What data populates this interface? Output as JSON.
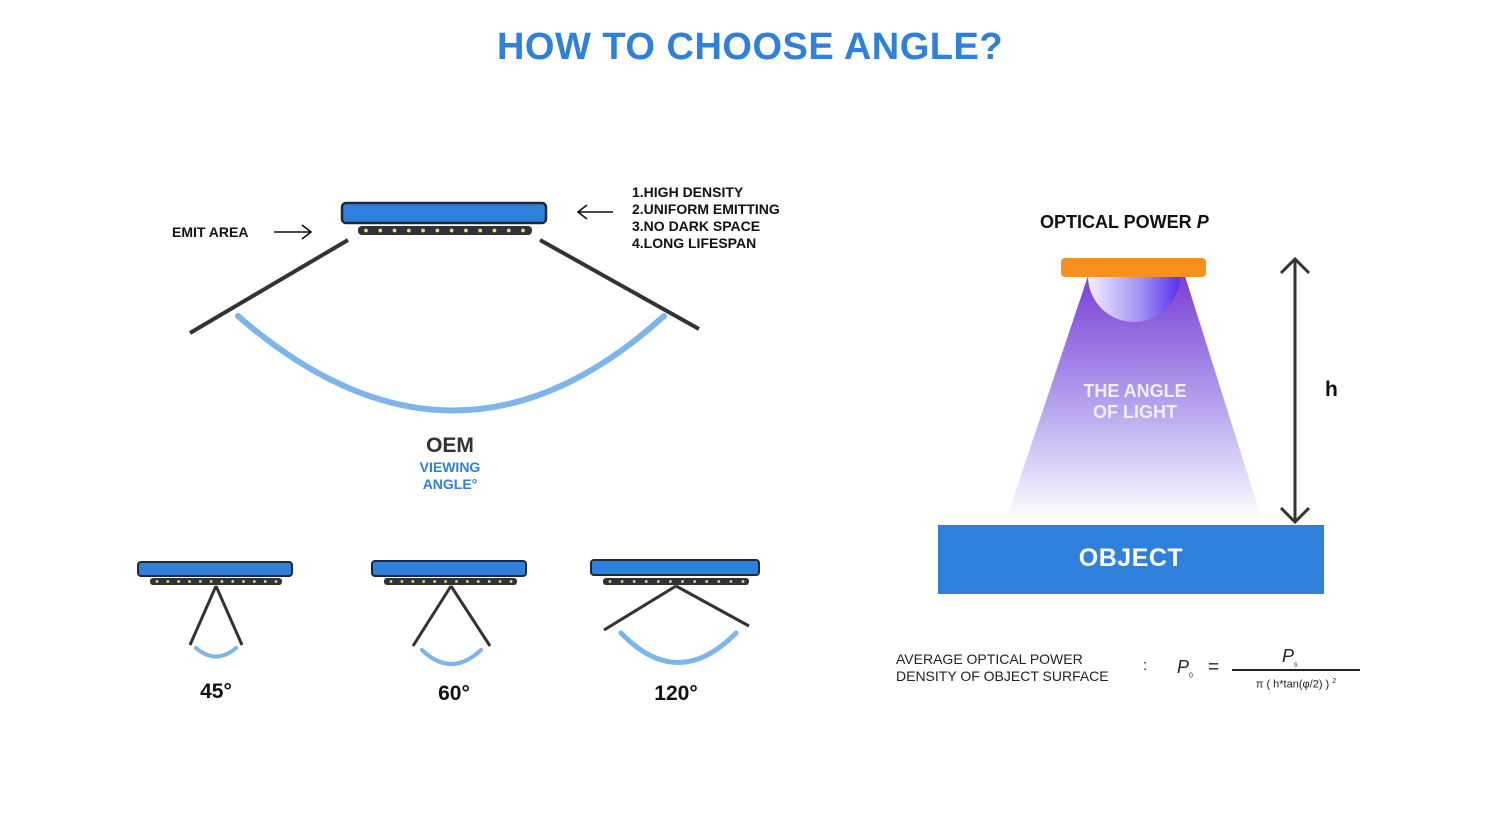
{
  "title": "HOW TO CHOOSE ANGLE?",
  "emit_area_label": "EMIT AREA",
  "features": [
    "1.HIGH DENSITY",
    "2.UNIFORM EMITTING",
    "3.NO DARK SPACE",
    "4.LONG LIFESPAN"
  ],
  "oem_label": "OEM",
  "viewing_angle_lines": [
    "VIEWING",
    "ANGLE°"
  ],
  "angle_options": [
    {
      "label": "45°",
      "angle": 45
    },
    {
      "label": "60°",
      "angle": 60
    },
    {
      "label": "120°",
      "angle": 120
    }
  ],
  "optical_power": {
    "label": "OPTICAL POWER",
    "symbol": "P"
  },
  "height_label": "h",
  "angle_of_light_lines": [
    "THE ANGLE",
    "OF LIGHT"
  ],
  "object_label": "OBJECT",
  "formula": {
    "description_lines": [
      "AVERAGE OPTICAL POWER",
      "DENSITY OF OBJECT SURFACE"
    ],
    "colon": ":",
    "lhs_symbol": "P",
    "lhs_subscript": "0",
    "equals": "=",
    "numerator_symbol": "P",
    "numerator_subscript": "s",
    "denominator": "π ( h*tan(φ/2) )",
    "denominator_exponent": "2"
  },
  "colors": {
    "accent_blue": "#2e80db",
    "arc_blue": "#7db4ea",
    "led_bar": "#2f3337",
    "led_dot": "#f2dc7a",
    "orange_source": "#f7901e",
    "beam_purple": "#7a3fd6"
  }
}
